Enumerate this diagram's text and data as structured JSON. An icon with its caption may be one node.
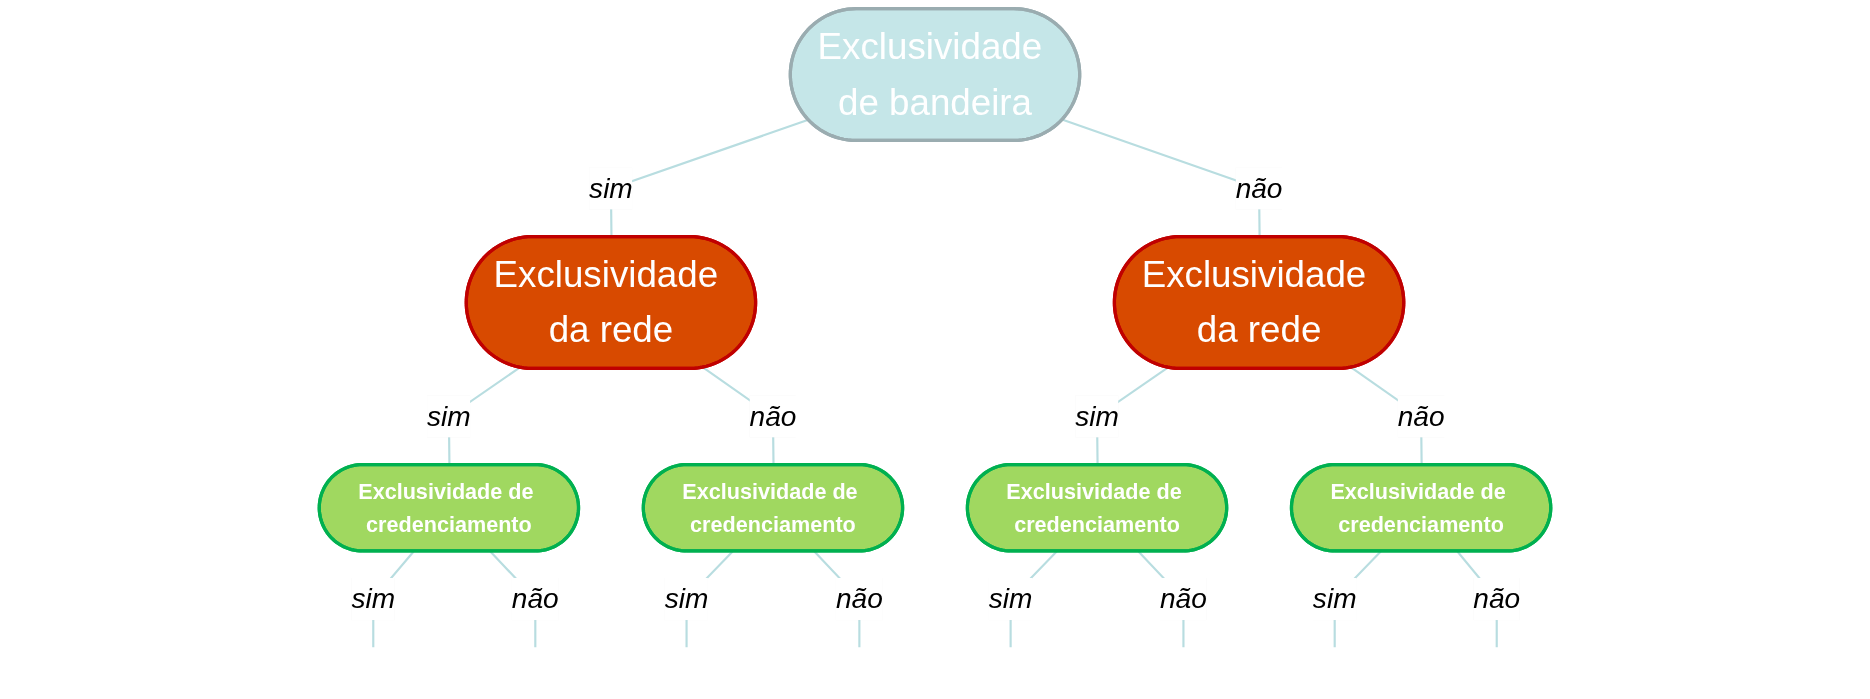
{
  "diagram": {
    "nodes": [
      {
        "text": [
          "Exclusividade de bandeira"
        ]
      },
      {
        "text": [
          "Exclusividade da rede"
        ]
      },
      {
        "text": [
          "Exclusividade da rede"
        ]
      },
      {
        "text": [
          "Exclusividade de credenciamento"
        ]
      },
      {
        "text": [
          "Exclusividade de credenciamento"
        ]
      },
      {
        "text": [
          "Exclusividade de credenciamento"
        ]
      },
      {
        "text": [
          "Exclusividade de credenciamento"
        ]
      }
    ],
    "edges": [
      {
        "from": 0,
        "to": 1,
        "arrow": "none",
        "label": "sim"
      },
      {
        "from": 0,
        "to": 2,
        "arrow": "none",
        "label": "não"
      },
      {
        "from": 1,
        "to": 3,
        "arrow": "none",
        "label": "sim"
      },
      {
        "from": 1,
        "to": 4,
        "arrow": "none",
        "label": "não"
      },
      {
        "from": 2,
        "to": 5,
        "arrow": "none",
        "label": "sim"
      },
      {
        "from": 2,
        "to": 6,
        "arrow": "none",
        "label": "não"
      },
      {
        "from": 3,
        "to": null,
        "arrow": "none",
        "label": "sim"
      },
      {
        "from": 3,
        "to": null,
        "arrow": "none",
        "label": "não"
      },
      {
        "from": 4,
        "to": null,
        "arrow": "none",
        "label": "sim"
      },
      {
        "from": 4,
        "to": null,
        "arrow": "none",
        "label": "não"
      },
      {
        "from": 5,
        "to": null,
        "arrow": "none",
        "label": "sim"
      },
      {
        "from": 5,
        "to": null,
        "arrow": "none",
        "label": "não"
      },
      {
        "from": 6,
        "to": null,
        "arrow": "none",
        "label": "sim"
      },
      {
        "from": 6,
        "to": null,
        "arrow": "none",
        "label": "não"
      }
    ]
  }
}
